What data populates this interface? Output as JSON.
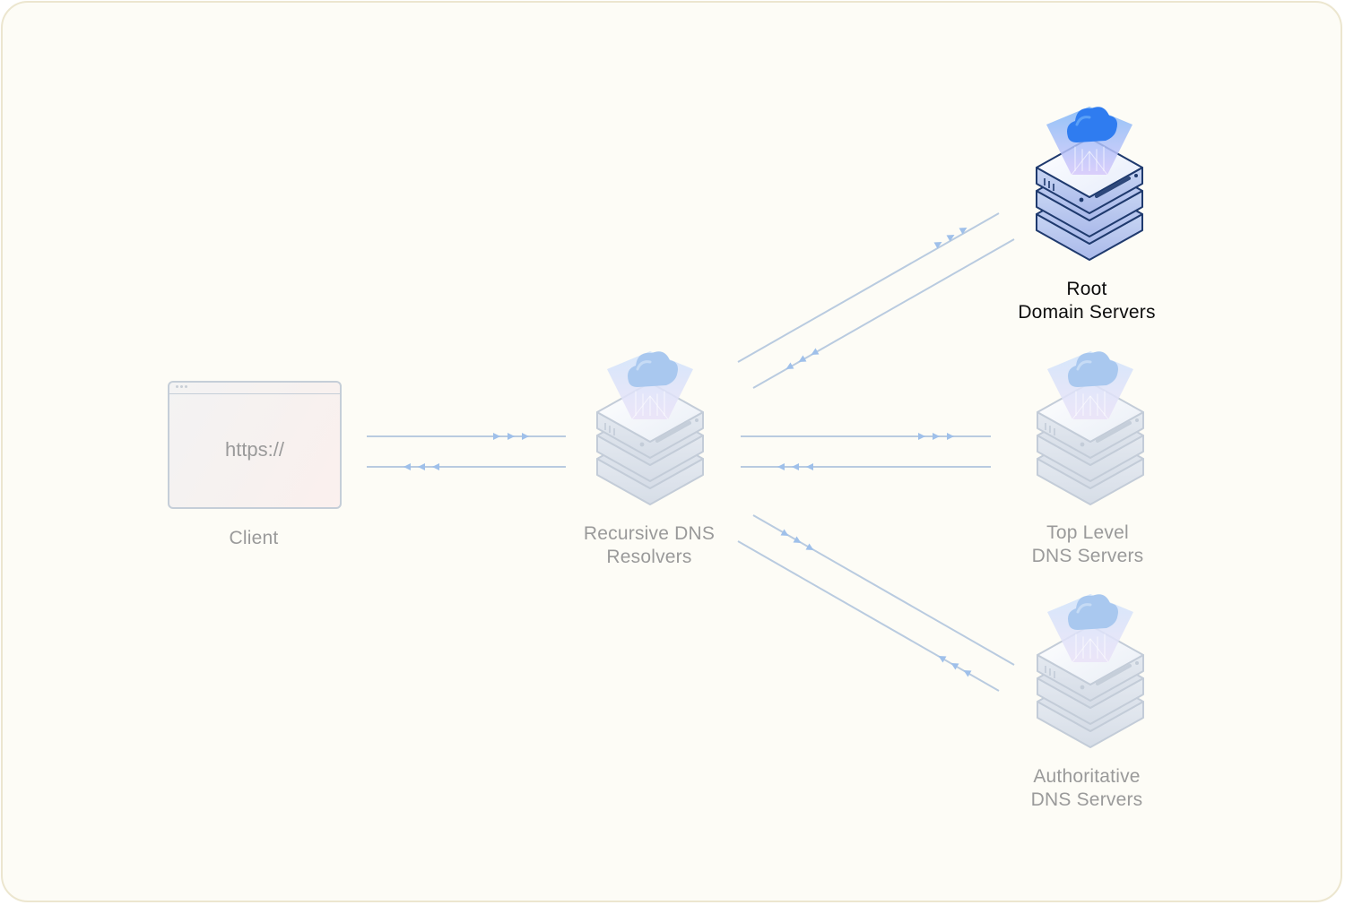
{
  "nodes": {
    "client": {
      "label_lines": [
        "Client"
      ],
      "url_text": "https://"
    },
    "recursive": {
      "label_lines": [
        "Recursive DNS",
        "Resolvers"
      ]
    },
    "root": {
      "label_lines": [
        "Root",
        "Domain Servers"
      ]
    },
    "tld": {
      "label_lines": [
        "Top Level",
        "DNS Servers"
      ]
    },
    "authoritative": {
      "label_lines": [
        "Authoritative",
        "DNS Servers"
      ]
    }
  },
  "colors": {
    "background": "#fdfcf6",
    "border": "#ece6cf",
    "connector": "#b9cbe0",
    "arrow": "#9fc0ea",
    "active_text": "#0d0d0d",
    "inactive_text": "#9a9a9a",
    "active_accent": "#2f7cf0"
  },
  "highlighted_node": "root"
}
